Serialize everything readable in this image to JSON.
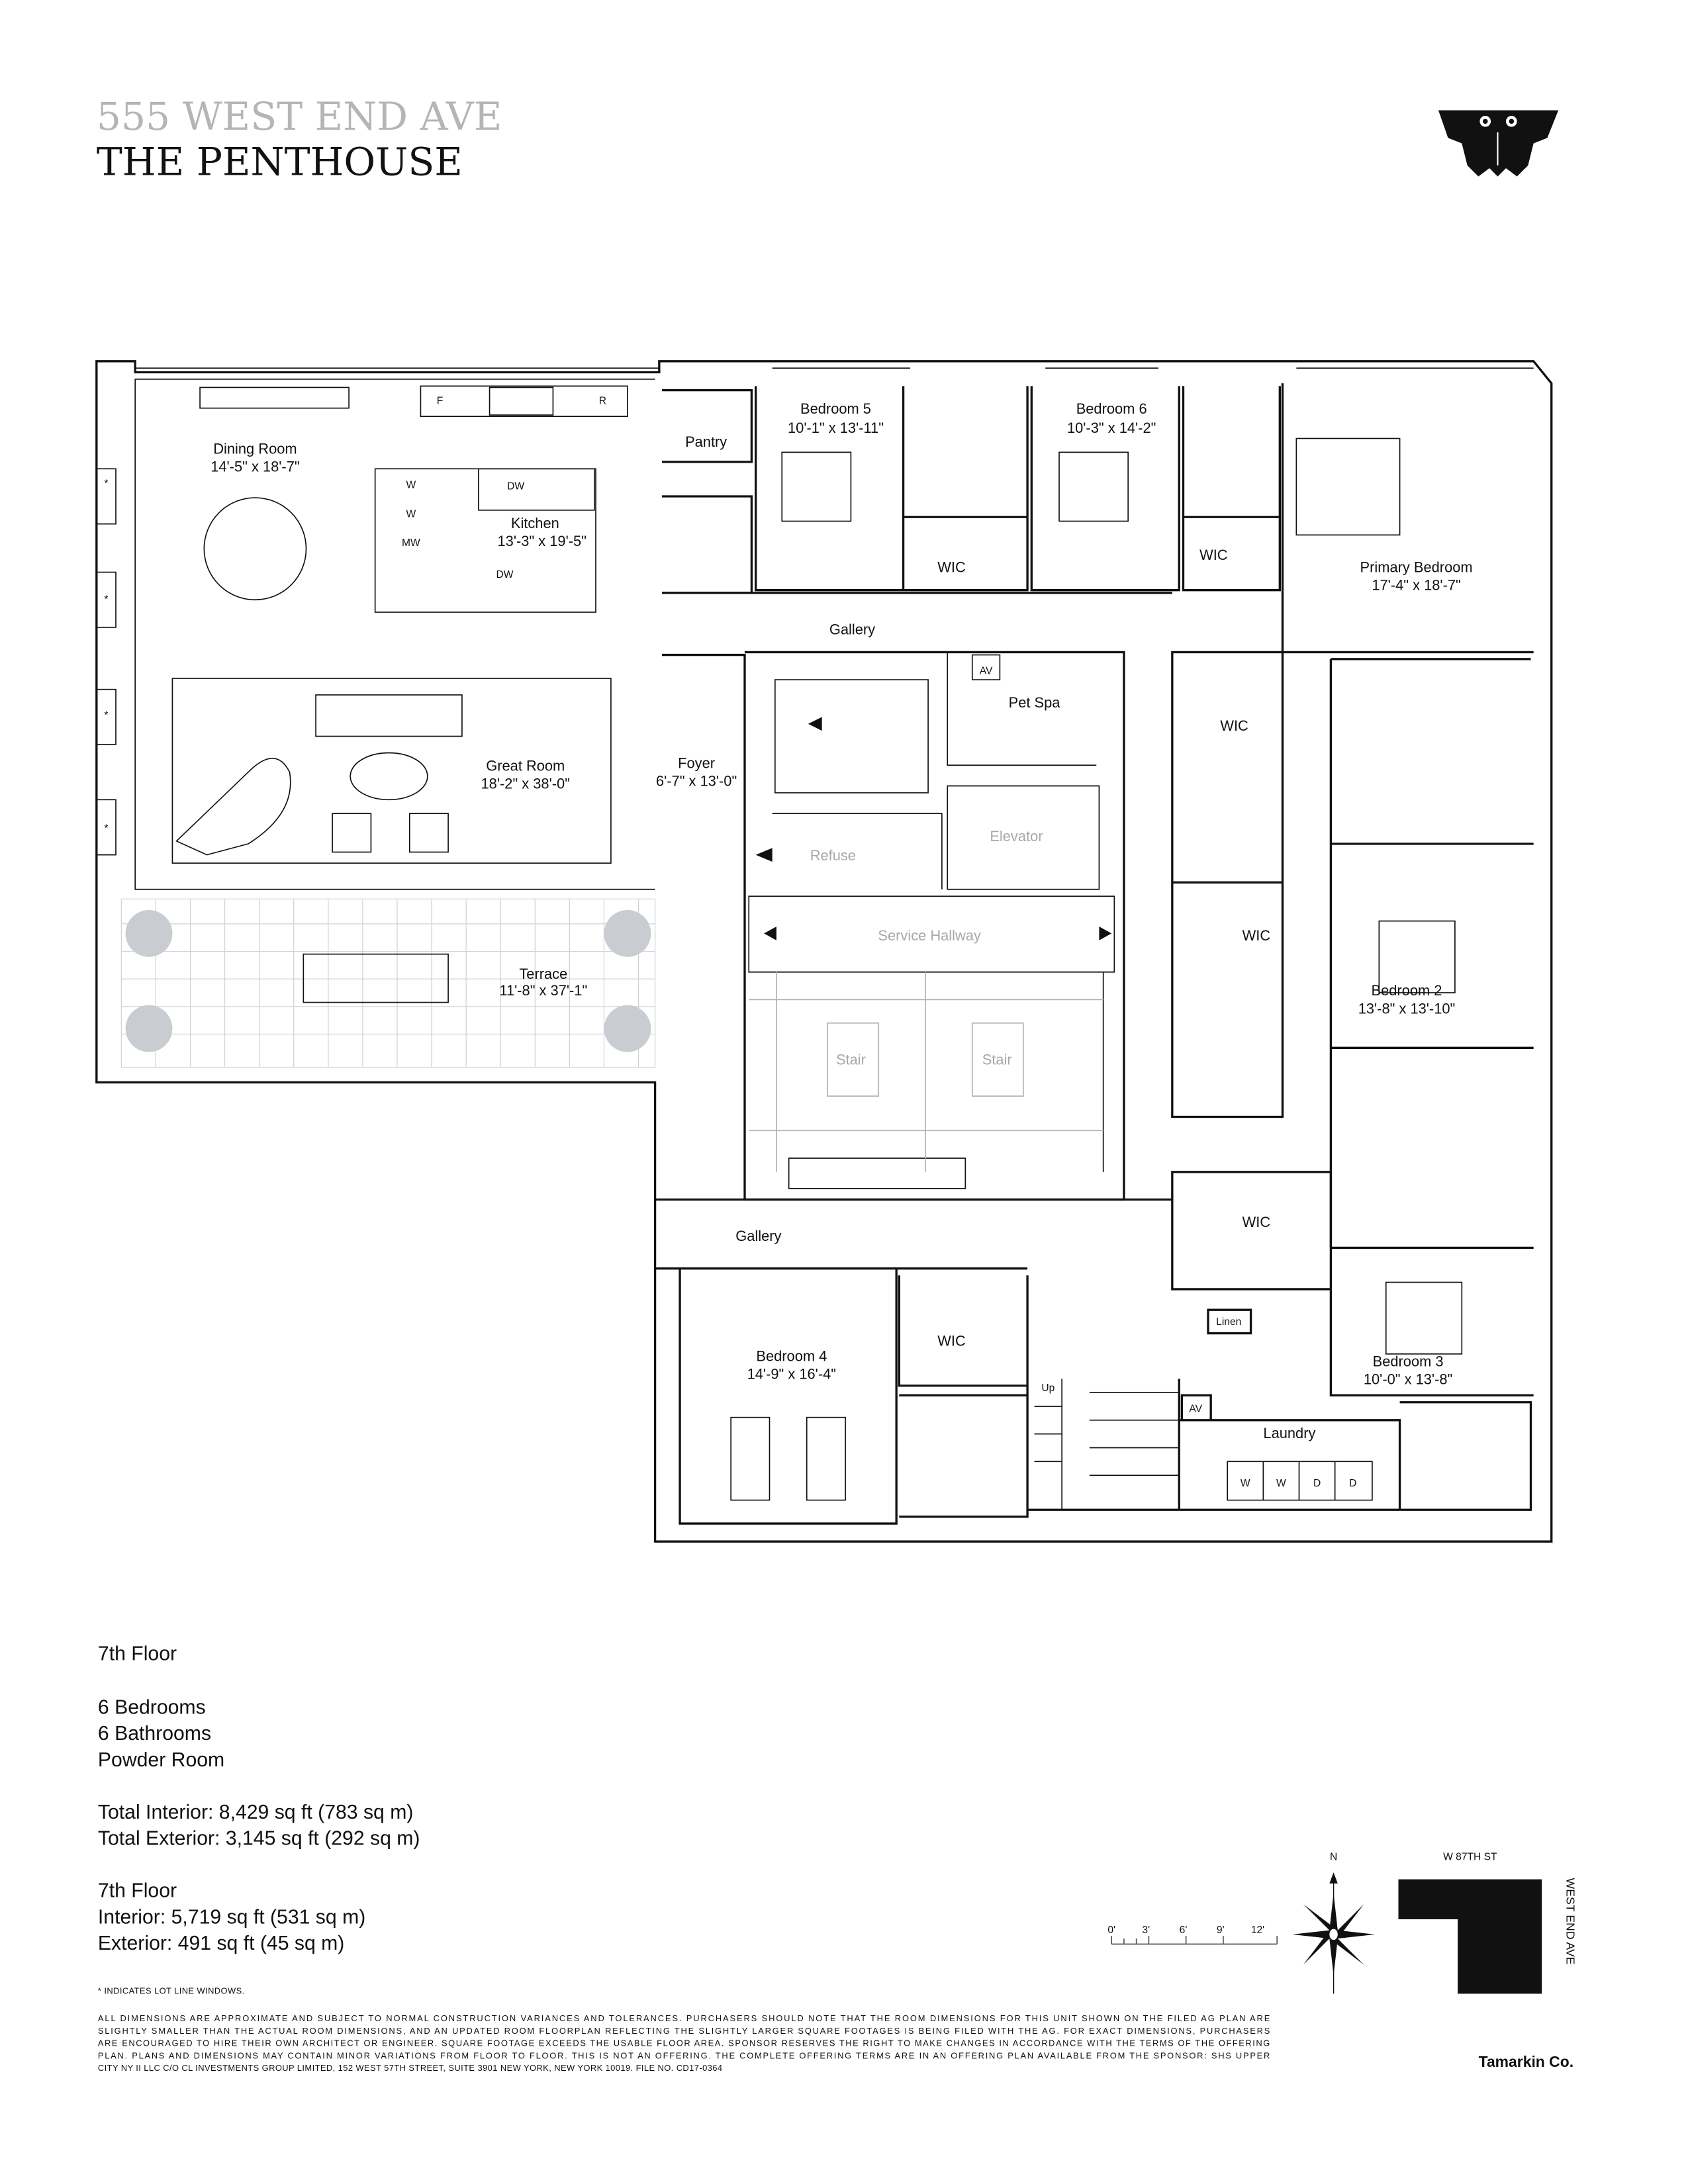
{
  "header": {
    "address": "555 WEST END AVE",
    "unit_name": "THE PENTHOUSE",
    "logo": "owl-logo-icon"
  },
  "floorplan": {
    "appliances": {
      "freezer": "F",
      "refrigerator": "R",
      "dw1": "DW",
      "dw2": "DW",
      "w1": "W",
      "w2": "W",
      "mw": "MW"
    },
    "rooms": {
      "dining_room": {
        "name": "Dining Room",
        "dims": "14'-5\" x 18'-7\""
      },
      "kitchen": {
        "name": "Kitchen",
        "dims": "13'-3\" x 19'-5\""
      },
      "great_room": {
        "name": "Great Room",
        "dims": "18'-2\" x 38'-0\""
      },
      "terrace": {
        "name": "Terrace",
        "dims": "11'-8\" x 37'-1\""
      },
      "pantry": {
        "name": "Pantry"
      },
      "bedroom5": {
        "name": "Bedroom 5",
        "dims": "10'-1\" x 13'-11\""
      },
      "bedroom6": {
        "name": "Bedroom 6",
        "dims": "10'-3\" x 14'-2\""
      },
      "primary_bedroom": {
        "name": "Primary Bedroom",
        "dims": "17'-4\" x 18'-7\""
      },
      "wic_b5": {
        "name": "WIC"
      },
      "wic_b6": {
        "name": "WIC"
      },
      "gallery_top": {
        "name": "Gallery"
      },
      "foyer": {
        "name": "Foyer",
        "dims": "6'-7\" x 13'-0\""
      },
      "av_top": {
        "name": "AV"
      },
      "pet_spa": {
        "name": "Pet Spa"
      },
      "elevator": {
        "name": "Elevator"
      },
      "refuse": {
        "name": "Refuse"
      },
      "service_hallway": {
        "name": "Service Hallway"
      },
      "stair1": {
        "name": "Stair"
      },
      "stair2": {
        "name": "Stair"
      },
      "wic_primary1": {
        "name": "WIC"
      },
      "wic_primary2": {
        "name": "WIC"
      },
      "bedroom2": {
        "name": "Bedroom 2",
        "dims": "13'-8\" x 13'-10\""
      },
      "wic_b3": {
        "name": "WIC"
      },
      "linen": {
        "name": "Linen"
      },
      "bedroom3": {
        "name": "Bedroom 3",
        "dims": "10'-0\" x 13'-8\""
      },
      "gallery_bottom": {
        "name": "Gallery"
      },
      "bedroom4": {
        "name": "Bedroom 4",
        "dims": "14'-9\" x 16'-4\""
      },
      "wic_b4": {
        "name": "WIC"
      },
      "up": {
        "name": "Up"
      },
      "av_bottom": {
        "name": "AV"
      },
      "laundry": {
        "name": "Laundry"
      }
    },
    "laundry_units": [
      "W",
      "W",
      "D",
      "D"
    ],
    "lot_line_marker": "*"
  },
  "summary": {
    "floor": "7th Floor",
    "bedrooms": "6 Bedrooms",
    "bathrooms": "6 Bathrooms",
    "powder": "Powder Room",
    "total_interior": "Total Interior: 8,429 sq ft (783 sq m)",
    "total_exterior": "Total Exterior: 3,145 sq ft (292 sq m)",
    "floor2": "7th Floor",
    "interior": "Interior: 5,719 sq ft (531 sq m)",
    "exterior": "Exterior: 491 sq ft (45 sq m)"
  },
  "footnote": "* INDICATES LOT LINE WINDOWS.",
  "disclaimer": [
    "ALL DIMENSIONS ARE APPROXIMATE AND SUBJECT TO NORMAL CONSTRUCTION VARIANCES AND TOLERANCES. PURCHASERS SHOULD NOTE THAT THE ROOM DIMENSIONS FOR THIS UNIT SHOWN ON THE FILED AG PLAN ARE",
    "SLIGHTLY SMALLER THAN THE ACTUAL ROOM DIMENSIONS, AND AN UPDATED ROOM FLOORPLAN REFLECTING THE SLIGHTLY LARGER SQUARE FOOTAGES IS BEING FILED WITH THE AG. FOR EXACT DIMENSIONS, PURCHASERS",
    "ARE ENCOURAGED TO HIRE THEIR OWN ARCHITECT OR ENGINEER. SQUARE FOOTAGE EXCEEDS THE USABLE FLOOR AREA. SPONSOR RESERVES THE RIGHT TO MAKE CHANGES IN ACCORDANCE WITH THE TERMS OF THE OFFERING",
    "PLAN. PLANS AND DIMENSIONS MAY CONTAIN MINOR VARIATIONS FROM FLOOR TO FLOOR. THIS IS NOT AN OFFERING. THE COMPLETE OFFERING TERMS ARE IN AN OFFERING PLAN AVAILABLE FROM THE SPONSOR: SHS UPPER",
    "CITY NY II LLC C/O CL INVESTMENTS GROUP LIMITED, 152 WEST 57TH STREET, SUITE 3901 NEW YORK, NEW YORK 10019. FILE NO. CD17-0364"
  ],
  "scale_bar": {
    "labels": [
      "0'",
      "3'",
      "6'",
      "9'",
      "12'"
    ]
  },
  "compass": {
    "north": "N"
  },
  "keyplan": {
    "street": "W 87TH ST",
    "avenue": "WEST END AVE"
  },
  "brand": "Tamarkin Co."
}
